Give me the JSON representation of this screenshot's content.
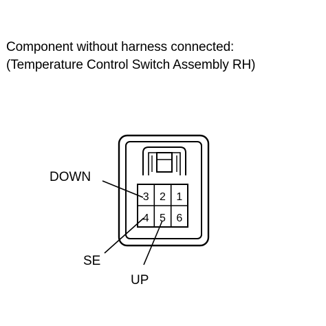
{
  "title": {
    "line1": "Component without harness connected:",
    "line2": "(Temperature Control Switch Assembly RH)"
  },
  "connector": {
    "pins_top_row": [
      "3",
      "2",
      "1"
    ],
    "pins_bottom_row": [
      "4",
      "5",
      "6"
    ]
  },
  "callouts": {
    "down": "DOWN",
    "se": "SE",
    "up": "UP"
  }
}
